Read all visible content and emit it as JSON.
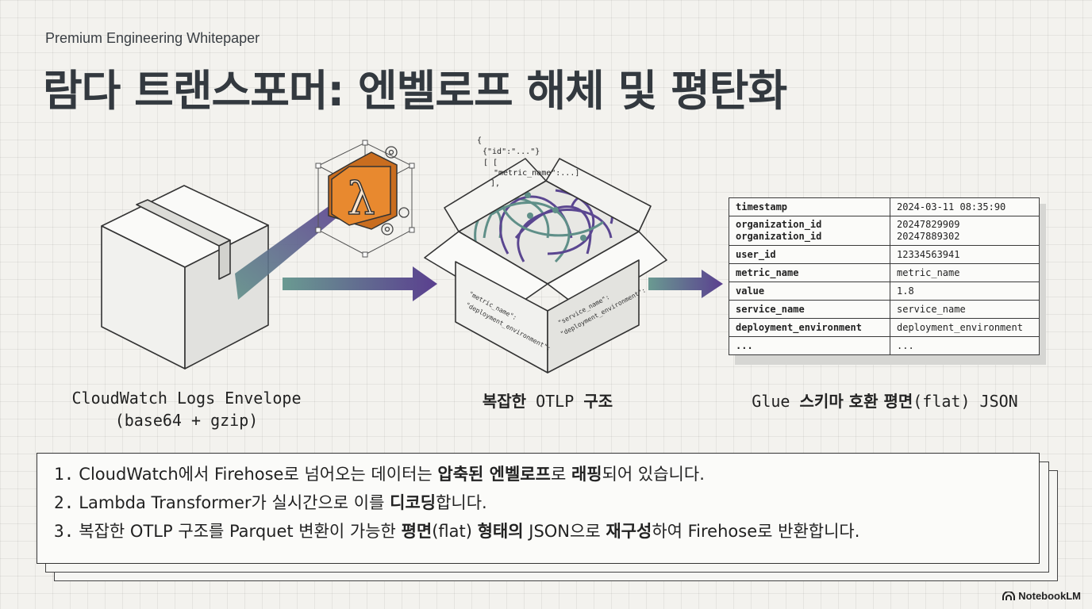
{
  "eyebrow": "Premium Engineering Whitepaper",
  "title": "람다 트랜스포머: 엔벨로프 해체 및 평탄화",
  "stages": {
    "envelope": {
      "line1": "CloudWatch Logs Envelope",
      "line2": "(base64 + gzip)"
    },
    "otlp": {
      "bold_a": "복잡한",
      "mid": " OTLP ",
      "bold_b": "구조"
    },
    "flat": {
      "pre": "Glue ",
      "bold": "스키마 호환 평면",
      "post": "(flat) JSON"
    }
  },
  "lambda_symbol": "λ",
  "json_snippet": [
    "{",
    "{\"id\":\"...\"}",
    "[ [",
    "\"metric_name\":...]",
    "],"
  ],
  "box_front_text": [
    "\"metric_name\":",
    "\"service_name\":",
    "\"deployment_environment\":"
  ],
  "flat_table": {
    "rows": [
      {
        "key": "timestamp",
        "value": "2024-03-11 08:35:90"
      },
      {
        "key": "organization_id\norganization_id",
        "value": "20247829909\n20247889302"
      },
      {
        "key": "user_id",
        "value": "12334563941"
      },
      {
        "key": "metric_name",
        "value": "metric_name"
      },
      {
        "key": "value",
        "value": "1.8"
      },
      {
        "key": "service_name",
        "value": "service_name"
      },
      {
        "key": "deployment_environment",
        "value": "deployment_environment"
      },
      {
        "key": "...",
        "value": "..."
      }
    ]
  },
  "notes": [
    {
      "num": "1.",
      "parts": [
        {
          "t": "CloudWatch에서 Firehose로 넘어오는 데이터는 ",
          "b": false
        },
        {
          "t": "압축된 엔벨로프",
          "b": true
        },
        {
          "t": "로 ",
          "b": false
        },
        {
          "t": "래핑",
          "b": true
        },
        {
          "t": "되어 있습니다.",
          "b": false
        }
      ]
    },
    {
      "num": "2.",
      "parts": [
        {
          "t": "Lambda Transformer가 실시간으로 이를 ",
          "b": false
        },
        {
          "t": "디코딩",
          "b": true
        },
        {
          "t": "합니다.",
          "b": false
        }
      ]
    },
    {
      "num": "3.",
      "parts": [
        {
          "t": "복잡한 OTLP 구조를 Parquet 변환이 가능한 ",
          "b": false
        },
        {
          "t": "평면",
          "b": true
        },
        {
          "t": "(flat) ",
          "b": false
        },
        {
          "t": "형태의",
          "b": true
        },
        {
          "t": " JSON으로 ",
          "b": false
        },
        {
          "t": "재구성",
          "b": true
        },
        {
          "t": "하여 Firehose로 반환합니다.",
          "b": false
        }
      ]
    }
  ],
  "brand": "NotebookLM",
  "colors": {
    "arrow_start": "#5f8f88",
    "arrow_end": "#5a3f8f",
    "lambda": "#e8892f",
    "teal": "#5f8f88",
    "purple": "#5a4690"
  }
}
